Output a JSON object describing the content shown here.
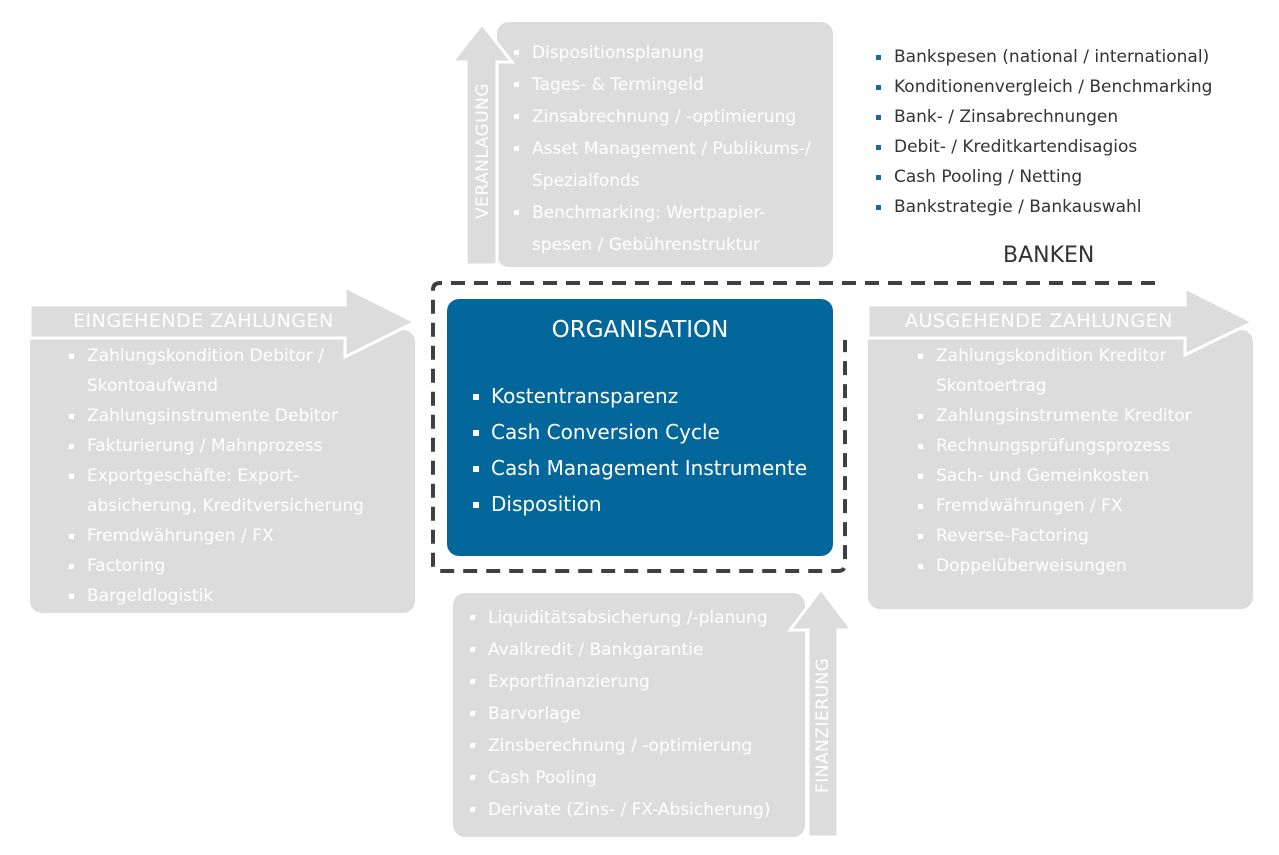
{
  "veranlagung": {
    "label": "VERANLAGUNG",
    "items": [
      "Dispositionsplanung",
      "Tages- & Termingeld",
      "Zinsabrechnung / -optimierung",
      "Asset Management / Publikums-/ Spezialfonds",
      "Benchmarking: Wertpapier-spesen / Gebührenstruktur"
    ]
  },
  "banken": {
    "label": "BANKEN",
    "items": [
      "Bankspesen (national / international)",
      "Konditionenvergleich / Benchmarking",
      "Bank- / Zinsabrechnungen",
      "Debit- / Kreditkartendisagios",
      "Cash Pooling / Netting",
      "Bankstrategie / Bankauswahl"
    ]
  },
  "eingehend": {
    "label": "EINGEHENDE ZAHLUNGEN",
    "items": [
      "Zahlungskondition Debitor / Skontoaufwand",
      "Zahlungsinstrumente Debitor",
      "Fakturierung / Mahnprozess",
      "Exportgeschäfte: Export-absicherung, Kreditversicherung",
      "Fremdwährungen / FX",
      "Factoring",
      "Bargeldlogistik"
    ]
  },
  "organisation": {
    "title": "ORGANISATION",
    "items": [
      "Kostentransparenz",
      "Cash Conversion Cycle",
      "Cash Management Instrumente",
      "Disposition"
    ]
  },
  "ausgehend": {
    "label": "AUSGEHENDE ZAHLUNGEN",
    "items": [
      "Zahlungskondition Kreditor Skontoertrag",
      "Zahlungsinstrumente Kreditor",
      "Rechnungsprüfungsprozess",
      "Sach- und Gemeinkosten",
      "Fremdwährungen / FX",
      "Reverse-Factoring",
      "Doppelüberweisungen"
    ]
  },
  "finanzierung": {
    "label": "FINANZIERUNG",
    "items": [
      "Liquiditätsabsicherung /-planung",
      "Avalkredit / Bankgarantie",
      "Exportfinanzierung",
      "Barvorlage",
      "Zinsberechnung / -optimierung",
      "Cash Pooling",
      "Derivate (Zins- / FX-Absicherung)"
    ]
  },
  "colors": {
    "gray": "#dcdcdc",
    "blue": "#04679b",
    "dash": "#404040"
  }
}
